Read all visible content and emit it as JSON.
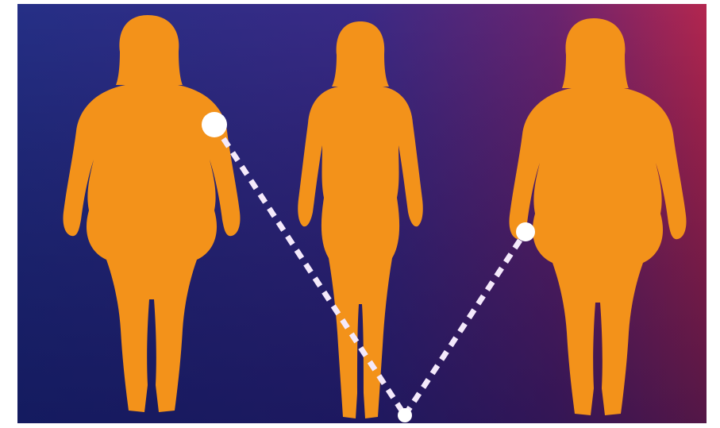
{
  "illustration": {
    "subject": "weight-change-silhouettes",
    "figures": [
      {
        "id": "left",
        "build": "heavy"
      },
      {
        "id": "middle",
        "build": "slim"
      },
      {
        "id": "right",
        "build": "heavy"
      }
    ],
    "colors": {
      "background_left": "#252f86",
      "background_bottom": "#0e1454",
      "background_right": "#b3264f",
      "figure": "#f3921a",
      "marker": "#ffffff",
      "line": "#f4e9fb"
    }
  }
}
